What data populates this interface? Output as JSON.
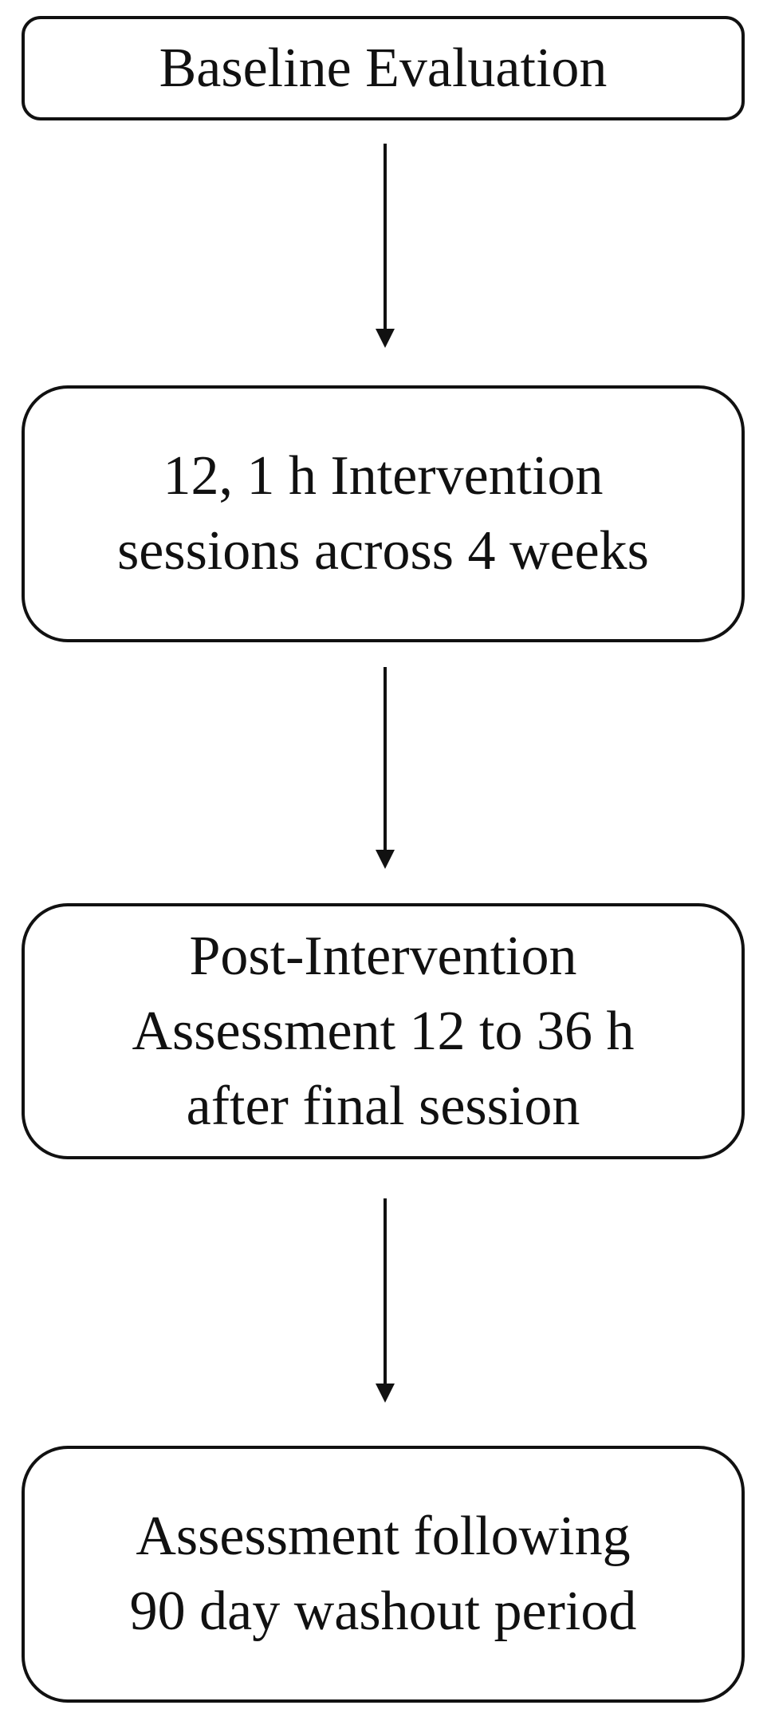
{
  "flowchart": {
    "steps": [
      {
        "lines": [
          "Baseline Evaluation"
        ]
      },
      {
        "lines": [
          "12, 1 h Intervention",
          "sessions across 4 weeks"
        ]
      },
      {
        "lines": [
          "Post-Intervention",
          "Assessment 12 to 36 h",
          "after final session"
        ]
      },
      {
        "lines": [
          "Assessment following",
          "90 day washout period"
        ]
      }
    ],
    "colors": {
      "border": "#111111",
      "background": "#ffffff",
      "text": "#111111"
    }
  }
}
